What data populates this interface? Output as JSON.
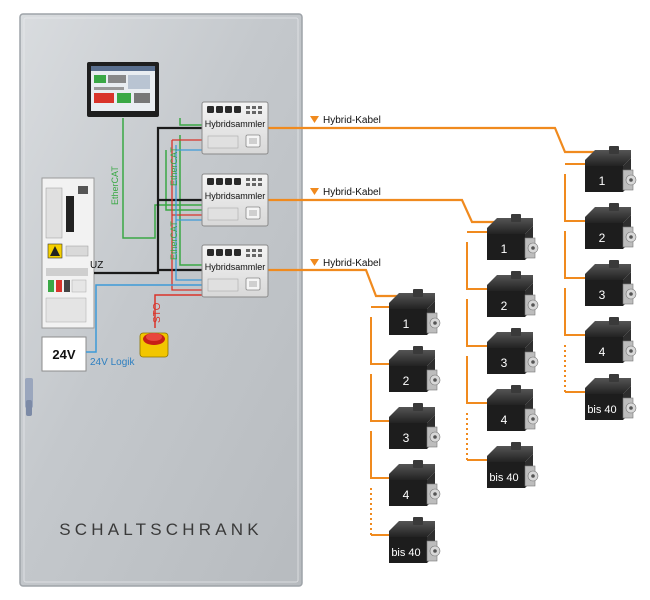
{
  "cabinet": {
    "title": "SCHALTSCHRANK",
    "power_supply_label": "24V",
    "logic_label": "24V Logik",
    "dc_bus_label": "UZ",
    "sto_label": "STO",
    "ethercat_label": "EtherCAT"
  },
  "collectors": [
    {
      "label": "Hybridsammler",
      "cable_label": "Hybrid-Kabel"
    },
    {
      "label": "Hybridsammler",
      "cable_label": "Hybrid-Kabel"
    },
    {
      "label": "Hybridsammler",
      "cable_label": "Hybrid-Kabel"
    }
  ],
  "chains": [
    {
      "motors": [
        "1",
        "2",
        "3",
        "4",
        "bis 40"
      ]
    },
    {
      "motors": [
        "1",
        "2",
        "3",
        "4",
        "bis 40"
      ]
    },
    {
      "motors": [
        "1",
        "2",
        "3",
        "4",
        "bis 40"
      ]
    }
  ],
  "colors": {
    "hybrid_cable": "#f08a1e",
    "ethercat": "#3aa845",
    "logic_24v": "#3d9ad8",
    "sto": "#d9342b",
    "dc_bus": "#1a1a1a",
    "cabinet": "#c9cdd1"
  }
}
